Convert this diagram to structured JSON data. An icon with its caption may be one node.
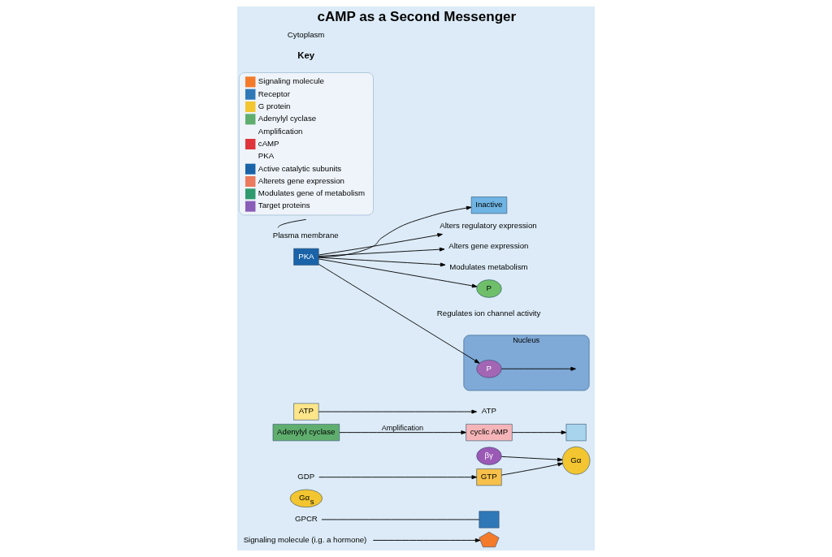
{
  "diagram": {
    "title": "cAMP as a Second Messenger",
    "nodes": [
      {
        "text": [
          "Signaling molecule (i.g. a hormone)"
        ]
      },
      {
        "text": [],
        "shape": "pentagon"
      },
      {
        "text": [
          "GPCR"
        ]
      },
      {
        "text": [],
        "shape": "box"
      },
      {
        "text": [
          "Gα$_{s}$"
        ]
      },
      {
        "text": [
          "βγ"
        ]
      },
      {
        "text": [
          "GDP"
        ]
      },
      {
        "text": [
          "GTP"
        ]
      },
      {
        "text": [
          "Gα"
        ]
      },
      {
        "text": [
          "Adenylyl cyclase"
        ]
      },
      {
        "text": [
          "ATP"
        ]
      },
      {
        "text": [
          "ATP"
        ]
      },
      {
        "text": [
          "cyclic AMP"
        ]
      },
      {
        "text": [],
        "shape": "box"
      },
      {
        "text": [
          "Inactive"
        ]
      },
      {
        "text": [
          "PKA"
        ]
      },
      {
        "text": [
          "Alters regulatory expression"
        ]
      },
      {
        "text": [
          "Alters gene expression"
        ]
      },
      {
        "text": [
          "Modulates metabolism"
        ]
      },
      {
        "text": [
          "P"
        ],
        "beside": [
          "Regulates ion channel activity"
        ]
      },
      {
        "text": [
          "Nucleus"
        ]
      },
      {
        "text": [
          "P"
        ],
        "in": 20
      },
      {
        "text": [
          "Plasma membrane"
        ]
      }
    ],
    "edges": [
      {
        "from": 0,
        "to": 1,
        "arrow": "to"
      },
      {
        "from": 2,
        "to": 3,
        "arrow": "none"
      },
      {
        "from": 6,
        "to": 7,
        "arrow": "to"
      },
      {
        "from": 5,
        "to": 8,
        "arrow": "to"
      },
      {
        "from": 7,
        "to": 8,
        "arrow": "to"
      },
      {
        "from": 10,
        "to": 11,
        "arrow": "to"
      },
      {
        "from": 9,
        "to": 12,
        "arrow": "to",
        "label": "Amplification"
      },
      {
        "from": 12,
        "to": 13,
        "arrow": "to"
      },
      {
        "from": 15,
        "to": 14,
        "arrow": "to"
      },
      {
        "from": 15,
        "to": 16,
        "arrow": "to"
      },
      {
        "from": 15,
        "to": 17,
        "arrow": "to"
      },
      {
        "from": 15,
        "to": 18,
        "arrow": "to"
      },
      {
        "from": 15,
        "to": 19,
        "arrow": "to"
      },
      {
        "from": 15,
        "to": 21,
        "arrow": "to"
      },
      {
        "from": 21,
        "to": null,
        "arrow": "to"
      },
      {
        "from": 22,
        "to": null,
        "arrow": "none"
      }
    ],
    "labels": [
      "Key",
      "Cytoplasm"
    ],
    "legend": [
      {
        "text": "Signaling molecule",
        "color": "#f47b2a"
      },
      {
        "text": "Receptor",
        "color": "#2f78b8"
      },
      {
        "text": "G protein",
        "color": "#f2c531"
      },
      {
        "text": "Adenylyl cyclase",
        "color": "#5fae6e"
      },
      {
        "text": "Amplification"
      },
      {
        "text": "cAMP",
        "color": "#e0343c"
      },
      {
        "text": "PKA"
      },
      {
        "text": "Active catalytic subunits",
        "color": "#1a63a8"
      },
      {
        "text": "Alterets gene expression",
        "color": "#ec7a5c"
      },
      {
        "text": "Modulates gene of metabolism",
        "color": "#2f9a6e"
      },
      {
        "text": "Target proteins",
        "color": "#8a5db8"
      }
    ]
  }
}
